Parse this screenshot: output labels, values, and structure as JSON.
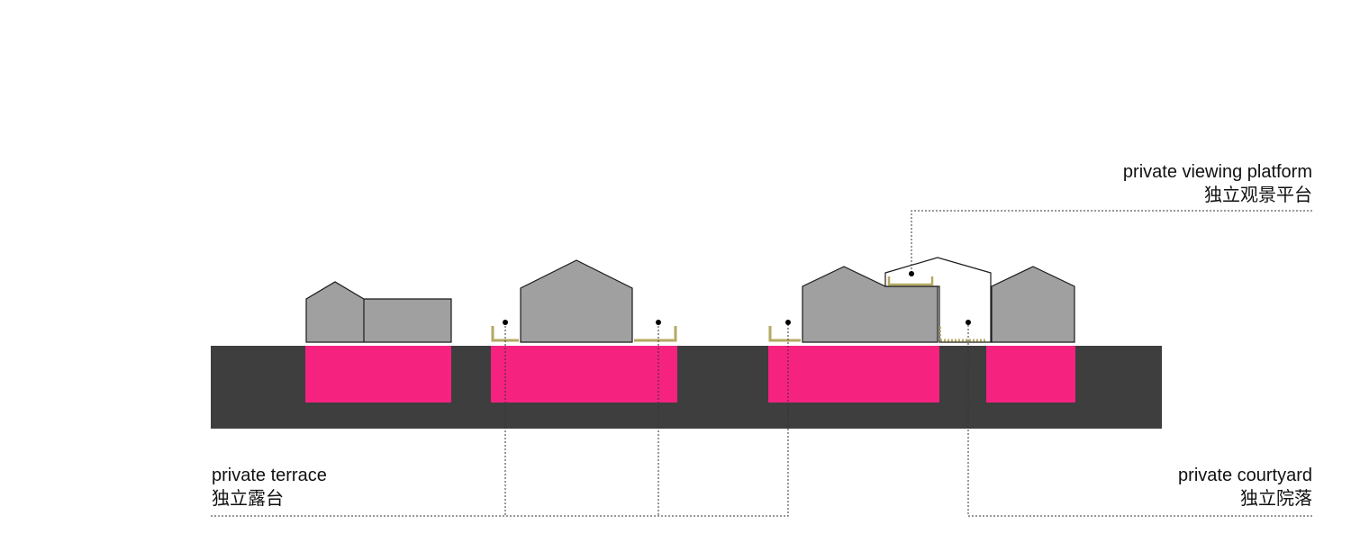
{
  "labels": {
    "platform": {
      "en": "private viewing platform",
      "zh": "独立观景平台"
    },
    "terrace": {
      "en": "private terrace",
      "zh": "独立露台"
    },
    "courtyard": {
      "en": "private courtyard",
      "zh": "独立院落"
    }
  },
  "colors": {
    "base": "#3e3e3e",
    "basement": "#f52280",
    "house": "#a0a0a0",
    "outline": "#1a1a1a",
    "terrace_rail": "#b3aa62",
    "leader": "#333333"
  }
}
